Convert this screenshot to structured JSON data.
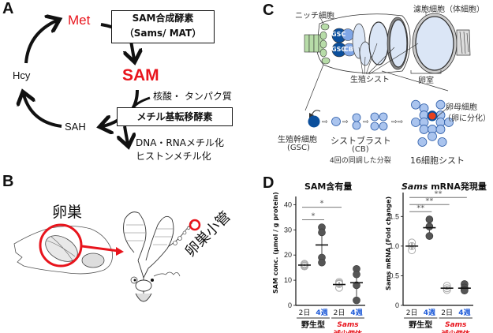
{
  "panels": {
    "A": {
      "letter": "A",
      "met": "Met",
      "sam": "SAM",
      "hcy": "Hcy",
      "sah": "SAH",
      "enzyme1_line1": "SAM合成酵素",
      "enzyme1_line2": "（Sams/ MAT）",
      "substrates": "核酸・ タンパク質",
      "enzyme2": "メチル基転移酵素",
      "product_line1": "DNA・RNAメチル化",
      "product_line2": "ヒストンメチル化",
      "colors": {
        "highlight": "#e8141c"
      }
    },
    "B": {
      "letter": "B",
      "ovary_label": "卵巣",
      "ovariole_label": "卵巣小管",
      "colors": {
        "highlight": "#e8141c"
      }
    },
    "C": {
      "letter": "C",
      "niche_label": "ニッチ細胞",
      "follicle_label": "濾胞細胞（体細胞）",
      "gsc1": "GSC",
      "gsc2": "GSC",
      "cb": "CB",
      "cyst_label": "生殖シスト",
      "egg_chamber_label": "卵室",
      "gsc_name": "生殖幹細胞",
      "gsc_abbr": "(GSC)",
      "cb_name": "シストブラスト",
      "cb_abbr": "(CB)",
      "division_label": "4回の同調した分裂",
      "cyst16_label": "16細胞シスト",
      "oocyte_label": "卵母細胞",
      "oocyte_note": "（卵に分化）",
      "colors": {
        "gsc": "#0b4f9c",
        "cell": "#aac4ee",
        "niche": "#b7dca8",
        "oocyte": "#e8411c"
      }
    },
    "D": {
      "letter": "D"
    }
  },
  "chart_data": [
    {
      "type": "scatter",
      "title": "SAM含有量",
      "ylabel": "SAM conc. (μmol / g protein)",
      "ylim": [
        0,
        42
      ],
      "yticks": [
        0,
        10,
        20,
        30,
        40
      ],
      "ytick_labels": [
        "0",
        "10",
        "20",
        "30",
        "40"
      ],
      "categories": [
        "2日",
        "4週",
        "2日",
        "4週"
      ],
      "category_colors": [
        "#222222",
        "#1f5bd8",
        "#222222",
        "#1f5bd8"
      ],
      "groups": [
        {
          "label": "野生型",
          "color": "#111111"
        },
        {
          "label_line1": "Sams",
          "label_line2": "減少個体",
          "color": "#e8141c"
        }
      ],
      "series": [
        {
          "name": "野生型 2日",
          "points": [
            15.8,
            16.2,
            15.5,
            16.5
          ],
          "mean": 16.0,
          "sd": 0.4,
          "style": "open"
        },
        {
          "name": "野生型 4週",
          "points": [
            31,
            29,
            19,
            17
          ],
          "mean": 24.0,
          "sd": 6.5,
          "style": "filled"
        },
        {
          "name": "Sams減少個体 2日",
          "points": [
            9.3,
            8.5,
            7.0,
            8.8
          ],
          "mean": 8.3,
          "sd": 1.0,
          "style": "open"
        },
        {
          "name": "Sams減少個体 4週",
          "points": [
            14.5,
            12.3,
            8,
            2
          ],
          "mean": 9.0,
          "sd": 5.5,
          "style": "filled"
        }
      ],
      "significance": [
        {
          "from": 0,
          "to": 1,
          "label": "*",
          "y": 34
        },
        {
          "from": 0,
          "to": 2,
          "label": "*",
          "y": 39
        }
      ],
      "grid": false
    },
    {
      "type": "scatter",
      "title_italic": "Sams",
      "title_rest": " mRNA発現量",
      "ylabel": "Sams mRNA (Fold change)",
      "ylim": [
        0,
        1.85
      ],
      "yticks": [
        0,
        0.5,
        1.0,
        1.5
      ],
      "ytick_labels": [
        "0",
        "0.5",
        "1.0",
        "1.5"
      ],
      "categories": [
        "2日",
        "4週",
        "2日",
        "4週"
      ],
      "category_colors": [
        "#222222",
        "#1f5bd8",
        "#222222",
        "#1f5bd8"
      ],
      "groups": [
        {
          "label": "野生型",
          "color": "#111111"
        },
        {
          "label_line1": "Sams",
          "label_line2": "減少個体",
          "color": "#e8141c"
        }
      ],
      "series": [
        {
          "name": "野生型 2日",
          "points": [
            1.06,
            1.0,
            0.93
          ],
          "mean": 1.0,
          "sd": 0.06,
          "style": "open"
        },
        {
          "name": "野生型 4週",
          "points": [
            1.45,
            1.33,
            1.17
          ],
          "mean": 1.31,
          "sd": 0.1,
          "style": "filled"
        },
        {
          "name": "Sams減少個体 2日",
          "points": [
            0.33,
            0.29,
            0.26
          ],
          "mean": 0.29,
          "sd": 0.03,
          "style": "open"
        },
        {
          "name": "Sams減少個体 4週",
          "points": [
            0.36,
            0.3,
            0.27,
            0.25
          ],
          "mean": 0.29,
          "sd": 0.04,
          "style": "filled"
        }
      ],
      "significance": [
        {
          "from": 0,
          "to": 1,
          "label": "**",
          "y": 1.58
        },
        {
          "from": 0,
          "to": 2,
          "label": "**",
          "y": 1.7
        },
        {
          "from": 0,
          "to": 3,
          "label": "**",
          "y": 1.82
        }
      ],
      "grid": false
    }
  ]
}
